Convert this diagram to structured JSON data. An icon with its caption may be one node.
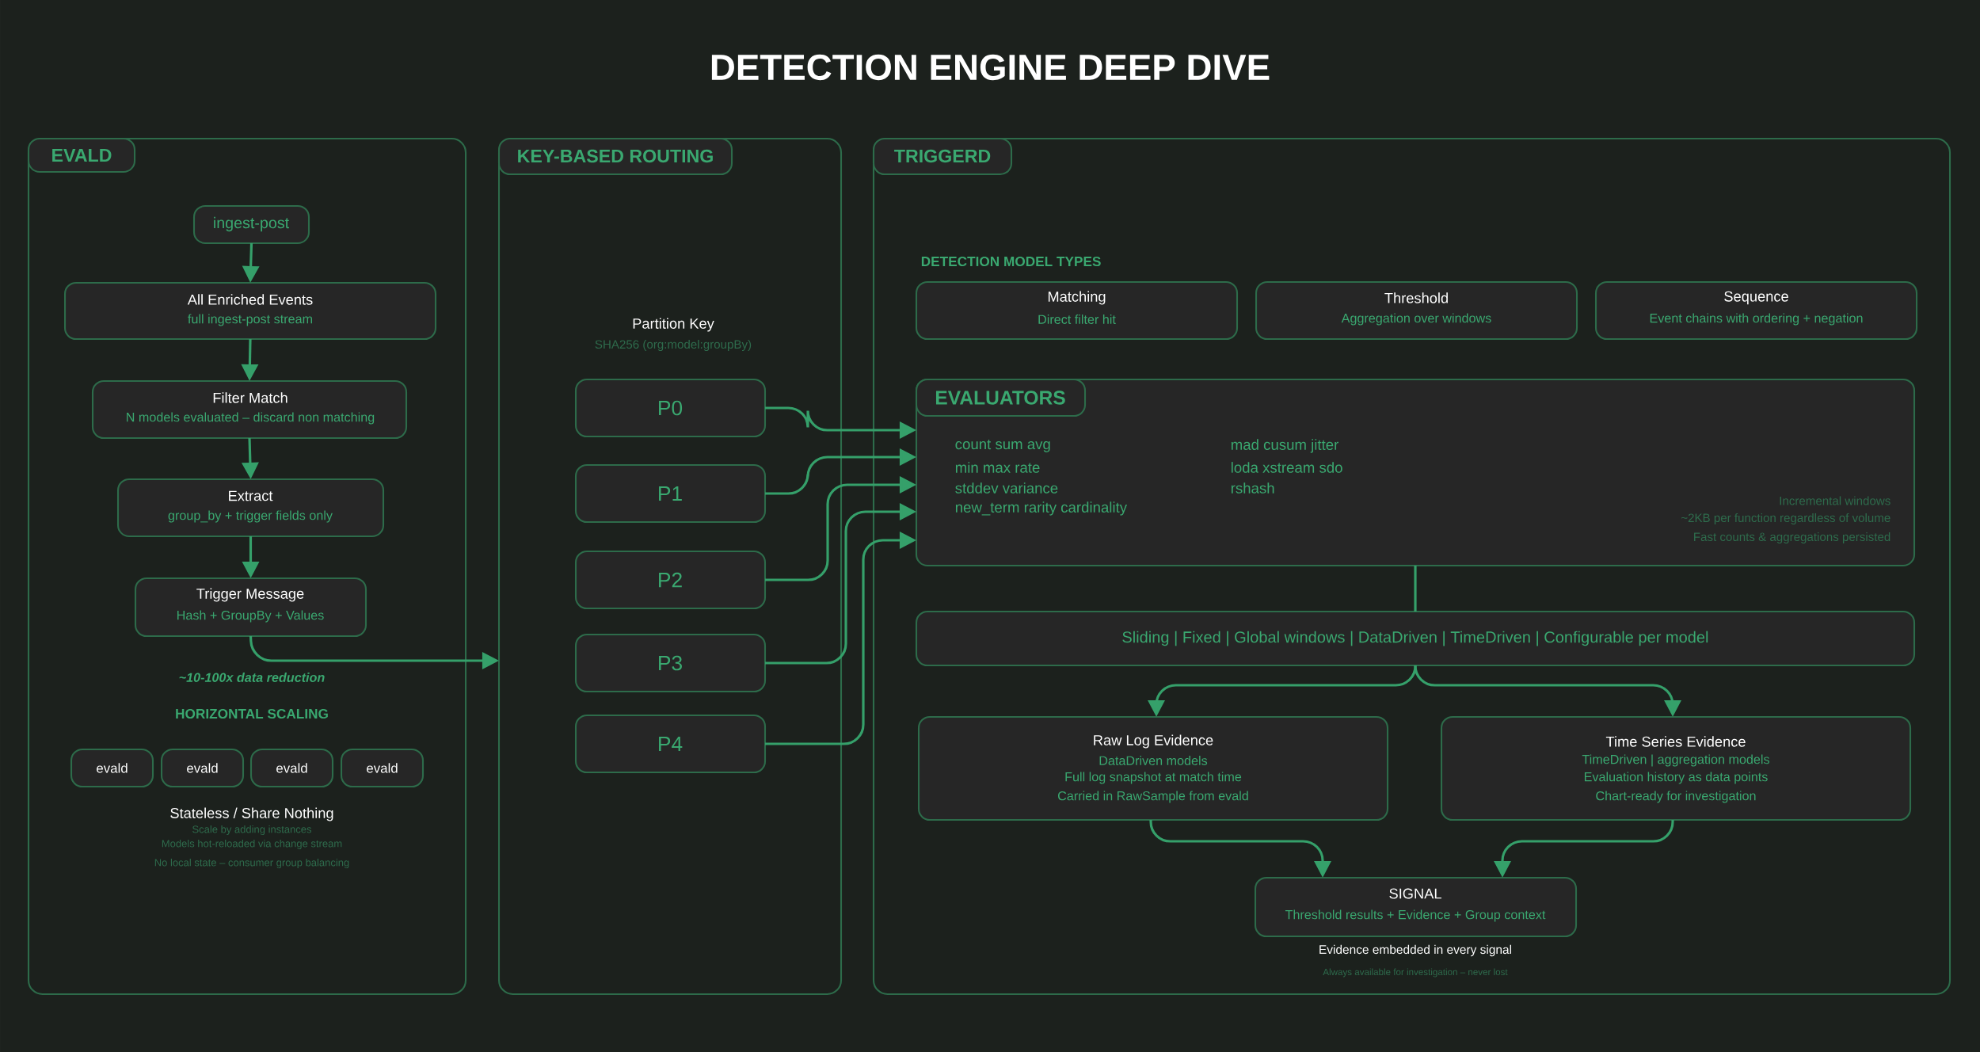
{
  "diagram": {
    "title": "DETECTION ENGINE DEEP DIVE",
    "nodes": [
      {
        "text": [],
        "shape": "box"
      },
      {
        "text": [
          "EVALD"
        ],
        "in": 0
      },
      {
        "text": [
          "ingest-post"
        ],
        "in": 0
      },
      {
        "text": [
          "All Enriched Events",
          "full ingest-post stream"
        ],
        "in": 0
      },
      {
        "text": [
          "Filter Match",
          "N models evaluated – discard non matching"
        ],
        "in": 0
      },
      {
        "text": [
          "Extract",
          "group_by + trigger fields only"
        ],
        "in": 0
      },
      {
        "text": [
          "Trigger Message",
          "Hash + GroupBy + Values"
        ],
        "in": 0
      },
      {
        "text": [
          "evald"
        ],
        "in": 0
      },
      {
        "text": [
          "evald"
        ],
        "in": 0
      },
      {
        "text": [
          "evald"
        ],
        "in": 0
      },
      {
        "text": [
          "evald"
        ],
        "in": 0
      },
      {
        "text": [],
        "shape": "box"
      },
      {
        "text": [
          "KEY-BASED ROUTING"
        ],
        "in": 11
      },
      {
        "text": [
          "P0"
        ],
        "in": 11
      },
      {
        "text": [
          "P1"
        ],
        "in": 11
      },
      {
        "text": [
          "P2"
        ],
        "in": 11
      },
      {
        "text": [
          "P3"
        ],
        "in": 11
      },
      {
        "text": [
          "P4"
        ],
        "in": 11
      },
      {
        "text": [],
        "shape": "box"
      },
      {
        "text": [
          "TRIGGERD"
        ],
        "in": 18
      },
      {
        "text": [
          "Matching",
          "Direct filter hit"
        ],
        "in": 18
      },
      {
        "text": [
          "Threshold",
          "Aggregation over windows"
        ],
        "in": 18
      },
      {
        "text": [
          "Sequence",
          "Event chains with ordering + negation"
        ],
        "in": 18
      },
      {
        "text": [
          "EVALUATORS",
          "count sum avg",
          "min max rate",
          "stddev variance",
          "new_term rarity cardinality",
          "mad cusum jitter",
          "loda xstream sdo",
          "rshash",
          "Incremental windows",
          "~2KB per function regardless of volume",
          "Fast counts & aggregations persisted"
        ],
        "in": 18
      },
      {
        "text": [
          "Sliding | Fixed | Global windows | DataDriven | TimeDriven | Configurable per model"
        ],
        "in": 18
      },
      {
        "text": [
          "Raw Log Evidence",
          "DataDriven models",
          "Full log snapshot at match time",
          "Carried in RawSample from evald"
        ],
        "in": 18
      },
      {
        "text": [
          "Time Series Evidence",
          "TimeDriven | aggregation models",
          "Evaluation history as data points",
          "Chart-ready for investigation"
        ],
        "in": 18
      },
      {
        "text": [
          "SIGNAL",
          "Threshold results + Evidence + Group context"
        ],
        "in": 18,
        "beside": [
          "Evidence embedded in every signal",
          "Always available for investigation – never lost"
        ]
      }
    ],
    "edges": [
      {
        "from": 2,
        "to": 3,
        "arrow": "to"
      },
      {
        "from": 3,
        "to": 4,
        "arrow": "to"
      },
      {
        "from": 4,
        "to": 5,
        "arrow": "to"
      },
      {
        "from": 5,
        "to": 6,
        "arrow": "to"
      },
      {
        "from": 6,
        "to": 11,
        "arrow": "to"
      },
      {
        "from": 13,
        "to": 23,
        "arrow": "to"
      },
      {
        "from": 14,
        "to": 23,
        "arrow": "to"
      },
      {
        "from": 15,
        "to": 23,
        "arrow": "to"
      },
      {
        "from": 16,
        "to": 23,
        "arrow": "to"
      },
      {
        "from": 17,
        "to": 23,
        "arrow": "to"
      },
      {
        "from": 23,
        "to": 24,
        "arrow": "none"
      },
      {
        "from": 24,
        "to": 25,
        "arrow": "to"
      },
      {
        "from": 24,
        "to": 26,
        "arrow": "to"
      },
      {
        "from": 25,
        "to": 27,
        "arrow": "to"
      },
      {
        "from": 26,
        "to": 27,
        "arrow": "to"
      }
    ],
    "labels": [
      "~10-100x data reduction",
      "HORIZONTAL SCALING",
      "Stateless / Share Nothing",
      "Scale by adding instances",
      "Models hot-reloaded via change stream",
      "No local state – consumer group balancing",
      "Partition Key",
      "SHA256 (org:model:groupBy)",
      "DETECTION MODEL TYPES"
    ]
  }
}
